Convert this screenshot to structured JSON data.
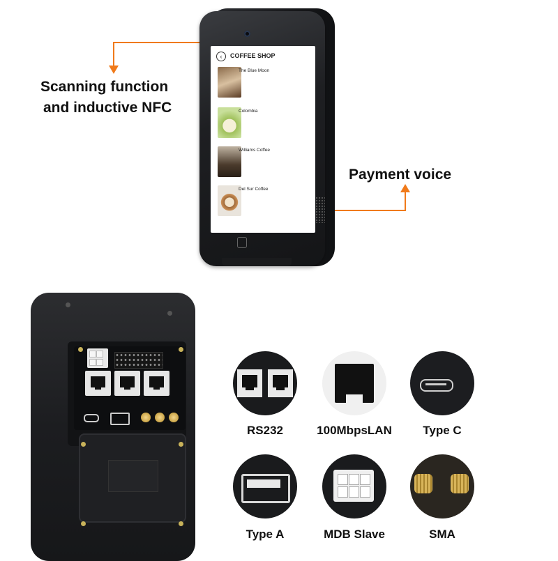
{
  "callouts": {
    "scanning_line1": "Scanning function",
    "scanning_line2": "and inductive NFC",
    "payment": "Payment voice"
  },
  "screen": {
    "title": "COFFEE SHOP",
    "items": [
      {
        "label": "The Blue Moon"
      },
      {
        "label": "Colombia"
      },
      {
        "label": "Williams Coffee"
      },
      {
        "label": "Del Sur Coffee"
      }
    ]
  },
  "ports": [
    {
      "label": "RS232"
    },
    {
      "label": "100MbpsLAN"
    },
    {
      "label": "Type C"
    },
    {
      "label": "Type A"
    },
    {
      "label": "MDB Slave"
    },
    {
      "label": "SMA"
    }
  ],
  "colors": {
    "accent": "#f07a1a",
    "device": "#1e1f22"
  }
}
